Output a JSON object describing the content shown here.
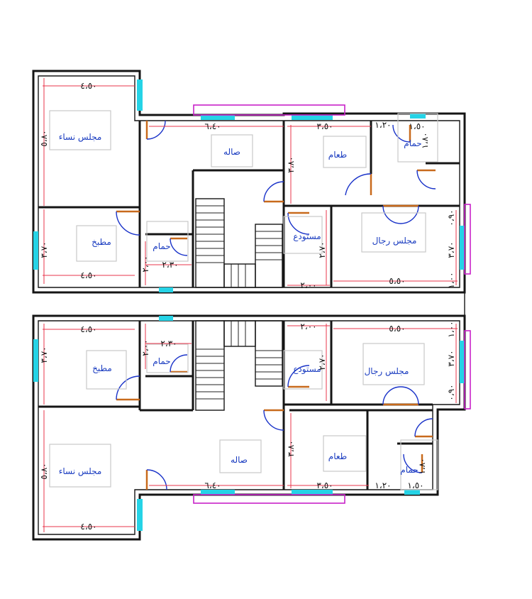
{
  "units": [
    {
      "rooms": {
        "women_majlis": "مجلس نساء",
        "hall": "صاله",
        "dining": "طعام",
        "bathroom_small": "حمام",
        "kitchen": "مطبخ",
        "bathroom": "حمام",
        "storage": "مستودع",
        "men_majlis": "مجلس رجال"
      },
      "dims": {
        "women_w": "٤،٥٠",
        "women_h": "٥،٨٠",
        "hall_w": "٦،٤٠",
        "dining_w": "٣،٥٠",
        "dining_h": "٣،٨٠",
        "small_w": "١،٢٠",
        "small_w2": "١،٥٠",
        "small_h": "١،٨٠",
        "kitchen_w": "٤،٥٠",
        "kitchen_h": "٣،٧٠",
        "bath_w": "٢،٣٠",
        "bath_h": "٢،٠٠",
        "storage_w": "٢،٠٠",
        "storage_h": "٢،٧٠",
        "men_w": "٥،٥٠",
        "men_h": "٣،٧٠",
        "men_h2": "٠،٩٠",
        "men_h3": "١،٠٠"
      }
    },
    {
      "rooms": {
        "women_majlis": "مجلس نساء",
        "hall": "صاله",
        "dining": "طعام",
        "bathroom_small": "حمام",
        "kitchen": "مطبخ",
        "bathroom": "حمام",
        "storage": "مستودع",
        "men_majlis": "مجلس رجال"
      },
      "dims": {
        "women_w": "٤،٥٠",
        "women_h": "٥،٨٠",
        "hall_w": "٦،٤٠",
        "dining_w": "٣،٥٠",
        "dining_h": "٣،٨٠",
        "small_w": "١،٢٠",
        "small_w2": "١،٥٠",
        "small_h": "١،٨٠",
        "kitchen_w": "٤،٥٠",
        "kitchen_h": "٣،٧٠",
        "bath_w": "٢،٣٠",
        "bath_h": "٢،٠٠",
        "storage_w": "٢،٠٠",
        "storage_h": "٢،٧٠",
        "men_w": "٥،٥٠",
        "men_h": "٣،٧٠",
        "men_h2": "٠،٩٠",
        "men_h3": "١،٠٠"
      }
    }
  ],
  "colors": {
    "wall": "#151515",
    "dimension": "#e8344b",
    "window": "#25d3e6",
    "door_leaf": "#c86a1c",
    "door_swing": "#1a33c9",
    "room_label": "#1a3cc0",
    "balcony_outline": "#c822c8"
  }
}
